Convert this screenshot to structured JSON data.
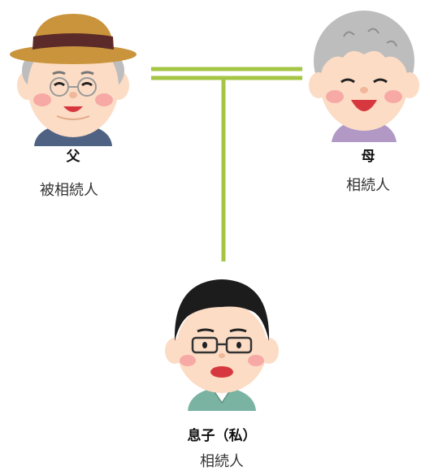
{
  "colors": {
    "connector": "#a5c644",
    "skin": "#fcdcc4",
    "cheek": "#f7a9a5",
    "gray_hair": "#bdbdbd",
    "black_hair": "#1c1c1c",
    "hat": "#c9943c",
    "hat_band": "#5c2a28",
    "lips": "#d7383f",
    "father_shirt": "#4f6283",
    "mother_shirt": "#b198c5",
    "son_shirt": "#7ab3a1"
  },
  "people": {
    "father": {
      "name": "父",
      "role": "被相続人",
      "icon": "elderly-man-with-hat-icon"
    },
    "mother": {
      "name": "母",
      "role": "相続人",
      "icon": "elderly-woman-icon"
    },
    "son": {
      "name": "息子（私）",
      "role": "相続人",
      "icon": "young-man-with-glasses-icon"
    }
  }
}
